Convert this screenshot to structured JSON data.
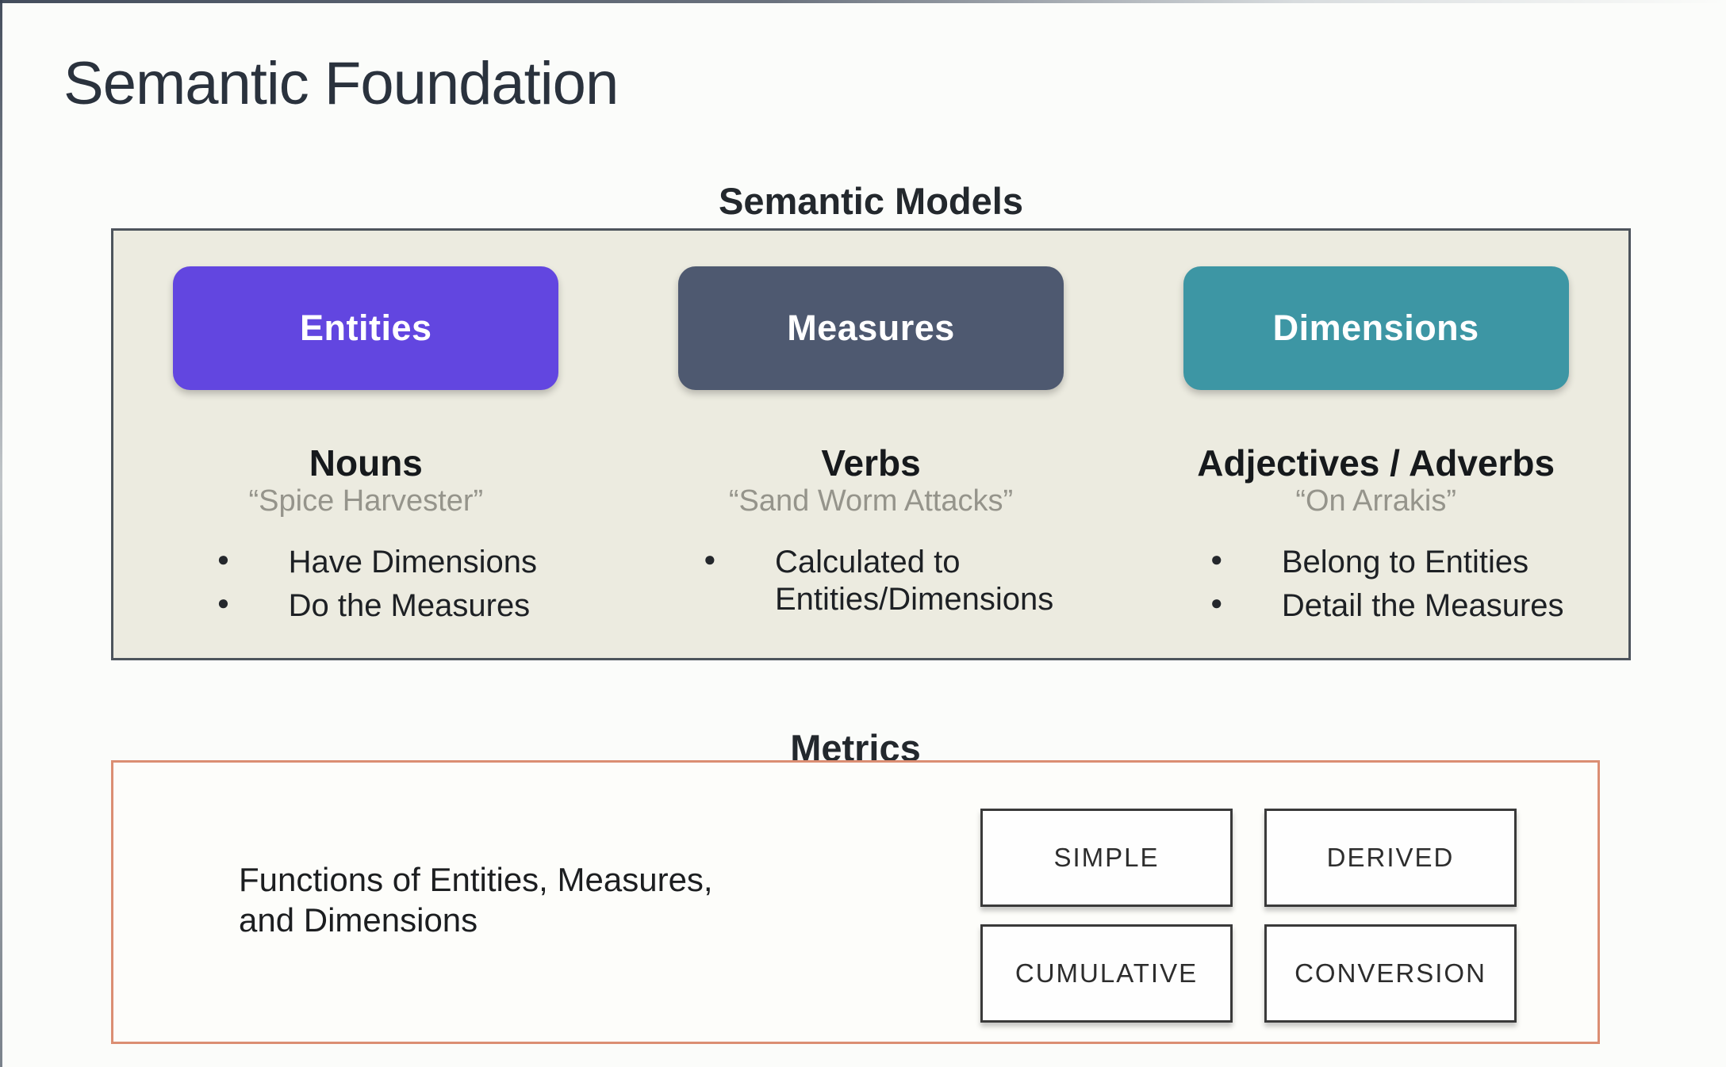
{
  "page": {
    "title": "Semantic Foundation"
  },
  "semantic_models": {
    "heading": "Semantic Models",
    "columns": [
      {
        "pill": "Entities",
        "pill_color": "#6246e0",
        "category": "Nouns",
        "example": "“Spice Harvester”",
        "bullets": [
          "Have Dimensions",
          "Do the Measures"
        ]
      },
      {
        "pill": "Measures",
        "pill_color": "#4e5970",
        "category": "Verbs",
        "example": "“Sand Worm Attacks”",
        "bullets": [
          "Calculated to Entities/Dimensions"
        ]
      },
      {
        "pill": "Dimensions",
        "pill_color": "#3d96a4",
        "category": "Adjectives / Adverbs",
        "example": "“On Arrakis”",
        "bullets": [
          "Belong to Entities",
          "Detail the Measures"
        ]
      }
    ]
  },
  "metrics": {
    "heading": "Metrics",
    "description_line1": "Functions of Entities, Measures,",
    "description_line2": "and Dimensions",
    "types": [
      "SIMPLE",
      "DERIVED",
      "CUMULATIVE",
      "CONVERSION"
    ],
    "panel_border_color": "#db8e73"
  }
}
